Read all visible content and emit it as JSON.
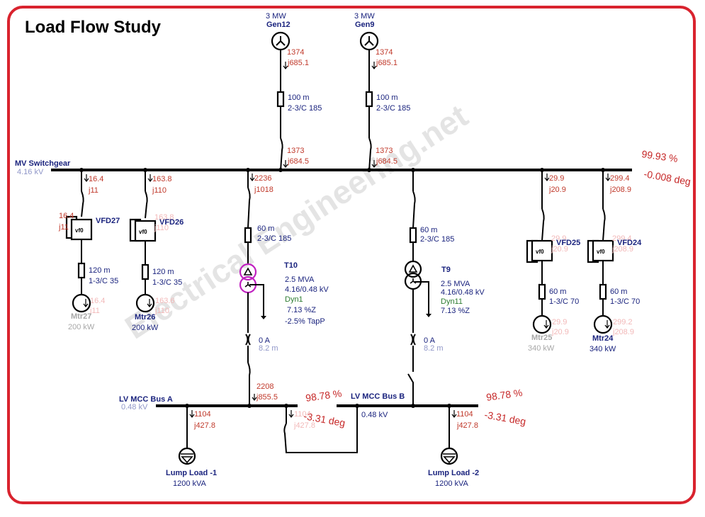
{
  "title": "Load Flow Study",
  "watermark": "Electrical Engineering.net",
  "colors": {
    "frame": "#d9232e",
    "flow": "#c0392b",
    "label": "#1a237e",
    "highlight": "#c020c0"
  },
  "generators": [
    {
      "id": "Gen12",
      "rating": "3 MW",
      "p_out": "1374",
      "q_out": "j685.1",
      "cable_len": "100 m",
      "cable_type": "2-3/C 185",
      "p_bus": "1373",
      "q_bus": "j684.5"
    },
    {
      "id": "Gen9",
      "rating": "3 MW",
      "p_out": "1374",
      "q_out": "j685.1",
      "cable_len": "100 m",
      "cable_type": "2-3/C 185",
      "p_bus": "1373",
      "q_bus": "j684.5"
    }
  ],
  "mv_bus": {
    "name": "MV Switchgear",
    "voltage": "4.16 kV",
    "vmag": "99.93 %",
    "vang": "-0.008 deg"
  },
  "motor_branches": [
    {
      "vfd": "VFD27",
      "p": "16.4",
      "q": "j11",
      "vfd_p": "16.4",
      "vfd_q": "j11",
      "cable_len": "120 m",
      "cable_type": "1-3/C 35",
      "mtr_p": "16.4",
      "mtr_q": "j11",
      "motor": "Mtr27",
      "rating": "200 kW"
    },
    {
      "vfd": "VFD26",
      "p": "163.8",
      "q": "j110",
      "vfd_p": "163.8",
      "vfd_q": "j110",
      "cable_len": "120 m",
      "cable_type": "1-3/C 35",
      "mtr_p": "163.6",
      "mtr_q": "j110",
      "motor": "Mtr26",
      "rating": "200 kW"
    },
    {
      "vfd": "VFD25",
      "p": "29.9",
      "q": "j20.9",
      "vfd_p": "29.9",
      "vfd_q": "j20.9",
      "cable_len": "60 m",
      "cable_type": "1-3/C 70",
      "mtr_p": "29.9",
      "mtr_q": "j20.9",
      "motor": "Mtr25",
      "rating": "340 kW"
    },
    {
      "vfd": "VFD24",
      "p": "299.4",
      "q": "j208.9",
      "vfd_p": "299.4",
      "vfd_q": "j208.9",
      "cable_len": "60 m",
      "cable_type": "1-3/C 70",
      "mtr_p": "299.2",
      "mtr_q": "j208.9",
      "motor": "Mtr24",
      "rating": "340 kW"
    }
  ],
  "transformers": [
    {
      "id": "T10",
      "p": "2236",
      "q": "j1018",
      "cable_len": "60 m",
      "cable_type": "2-3/C 185",
      "rating": "2.5 MVA",
      "voltage": "4.16/0.48 kV",
      "vector": "Dyn1",
      "impedance": "7.13 %Z",
      "tap": "-2.5% TapP",
      "reactor_current": "0 A",
      "reactor_len": "8.2 m",
      "p_lv": "2208",
      "q_lv": "j855.5"
    },
    {
      "id": "T9",
      "rating": "2.5 MVA",
      "voltage": "4.16/0.48 kV",
      "vector": "Dyn11",
      "impedance": "7.13 %Z",
      "cable_len": "60 m",
      "cable_type": "2-3/C 185",
      "reactor_current": "0 A",
      "reactor_len": "8.2 m"
    }
  ],
  "lv_buses": [
    {
      "name": "LV MCC Bus A",
      "voltage": "0.48 kV",
      "vmag": "98.78 %",
      "vang": "-3.31 deg",
      "tie_p": "1104",
      "tie_q": "j427.8"
    },
    {
      "name": "LV MCC Bus B",
      "voltage": "0.48 kV",
      "vmag": "98.78 %",
      "vang": "-3.31 deg"
    }
  ],
  "lump_loads": [
    {
      "name": "Lump Load -1",
      "rating": "1200 kVA",
      "p": "1104",
      "q": "j427.8"
    },
    {
      "name": "Lump Load -2",
      "rating": "1200 kVA",
      "p": "1104",
      "q": "j427.8"
    }
  ]
}
